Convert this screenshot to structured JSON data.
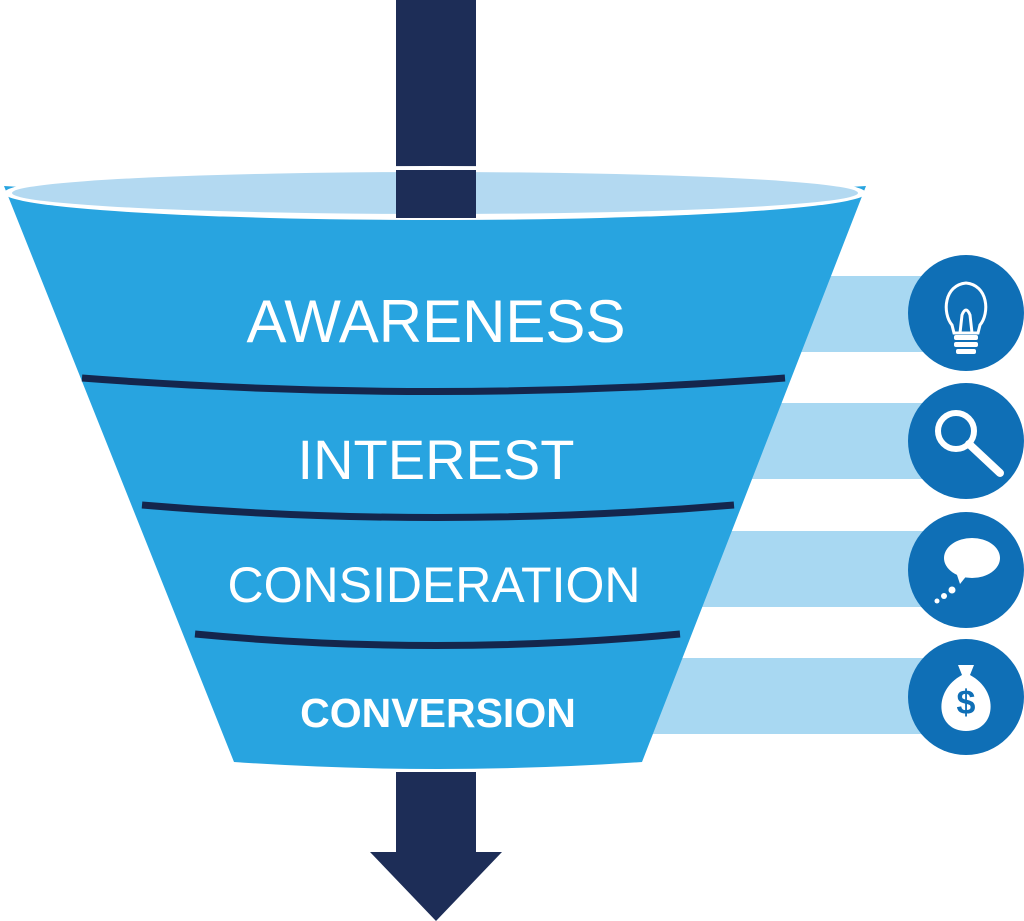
{
  "colors": {
    "arrow": "#1d2d57",
    "funnel_body": "#28a4e0",
    "funnel_rim_inner": "#b3d9f1",
    "divider": "#14264d",
    "band": "#a8d8f2",
    "icon_circle": "#0f6fb6",
    "icon_glyph": "#ffffff",
    "label_text": "#ffffff"
  },
  "stages": [
    {
      "id": "awareness",
      "label": "AWARENESS",
      "icon": "lightbulb-icon"
    },
    {
      "id": "interest",
      "label": "INTEREST",
      "icon": "magnifier-icon"
    },
    {
      "id": "consideration",
      "label": "CONSIDERATION",
      "icon": "thought-bubble-icon"
    },
    {
      "id": "conversion",
      "label": "CONVERSION",
      "icon": "money-bag-icon"
    }
  ]
}
